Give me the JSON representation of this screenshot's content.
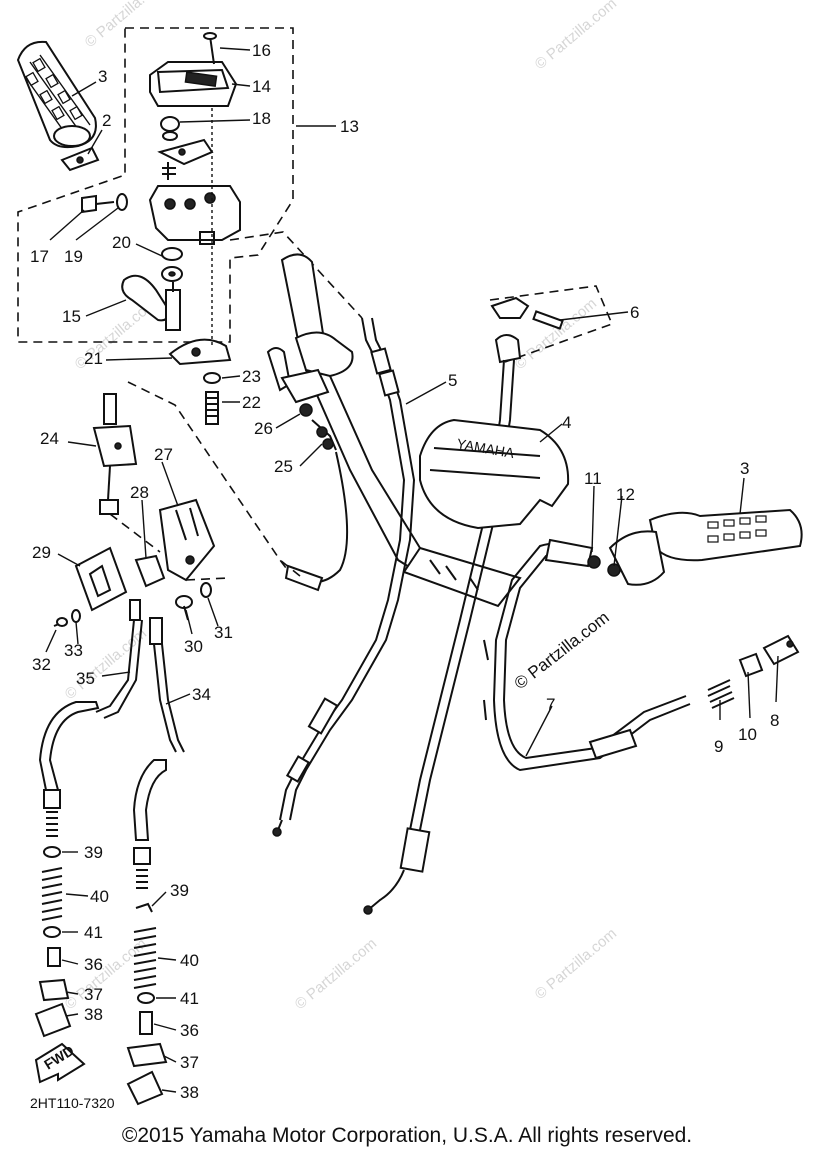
{
  "watermark": "© Partzilla.com",
  "watermark_main": "© Partzilla.com",
  "diagram_code": "2HT110-7320",
  "fwd_label": "FWD",
  "tank_text": "YAMAHA",
  "copyright": "©2015  Yamaha Motor Corporation, U.S.A. All rights reserved.",
  "callouts": {
    "c1": "16",
    "c2": "14",
    "c3": "3",
    "c4": "2",
    "c5": "18",
    "c6": "13",
    "c7": "17",
    "c8": "19",
    "c9": "20",
    "c10": "15",
    "c11": "21",
    "c12": "23",
    "c13": "22",
    "c14": "26",
    "c15": "25",
    "c16": "24",
    "c17": "27",
    "c18": "28",
    "c19": "29",
    "c20": "32",
    "c21": "33",
    "c22": "30",
    "c23": "31",
    "c24": "35",
    "c25": "34",
    "c26": "39",
    "c27": "40",
    "c28": "41",
    "c29": "36",
    "c30": "37",
    "c31": "38",
    "c32": "39",
    "c33": "40",
    "c34": "41",
    "c35": "36",
    "c36": "37",
    "c37": "38",
    "c38": "5",
    "c39": "6",
    "c40": "4",
    "c41": "3",
    "c42": "11",
    "c43": "12",
    "c44": "7",
    "c45": "9",
    "c46": "10",
    "c47": "8"
  }
}
